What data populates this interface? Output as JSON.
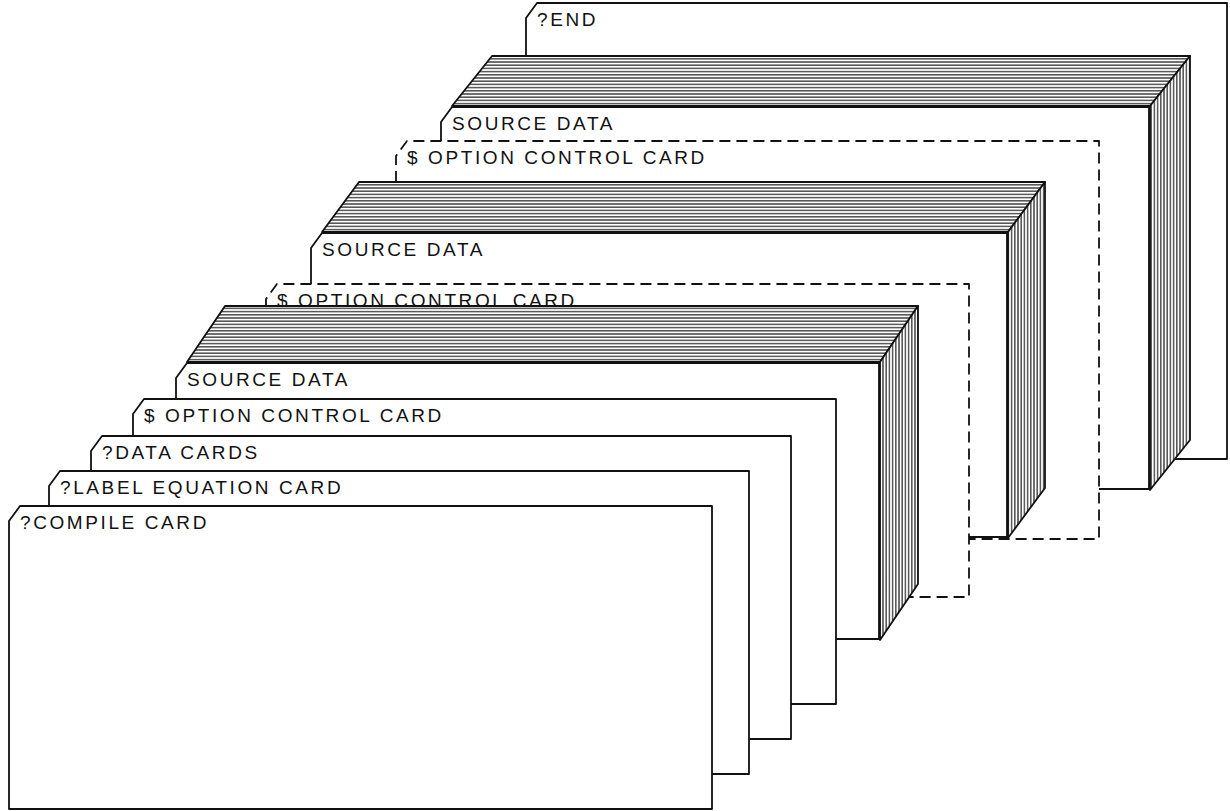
{
  "diagram": {
    "nodes": [
      {
        "text": [
          "?COMPILE CARD"
        ]
      },
      {
        "text": [
          "?LABEL EQUATION CARD"
        ]
      },
      {
        "text": [
          "?DATA CARDS"
        ]
      },
      {
        "text": [
          "$ OPTION CONTROL CARD"
        ]
      },
      {
        "text": [
          "SOURCE DATA"
        ]
      },
      {
        "text": [
          "$ OPTION CONTROL CARD"
        ]
      },
      {
        "text": [
          "SOURCE DATA"
        ]
      },
      {
        "text": [
          "$ OPTION CONTROL CARD"
        ]
      },
      {
        "text": [
          "SOURCE DATA"
        ]
      },
      {
        "text": [
          "?END"
        ]
      }
    ]
  }
}
